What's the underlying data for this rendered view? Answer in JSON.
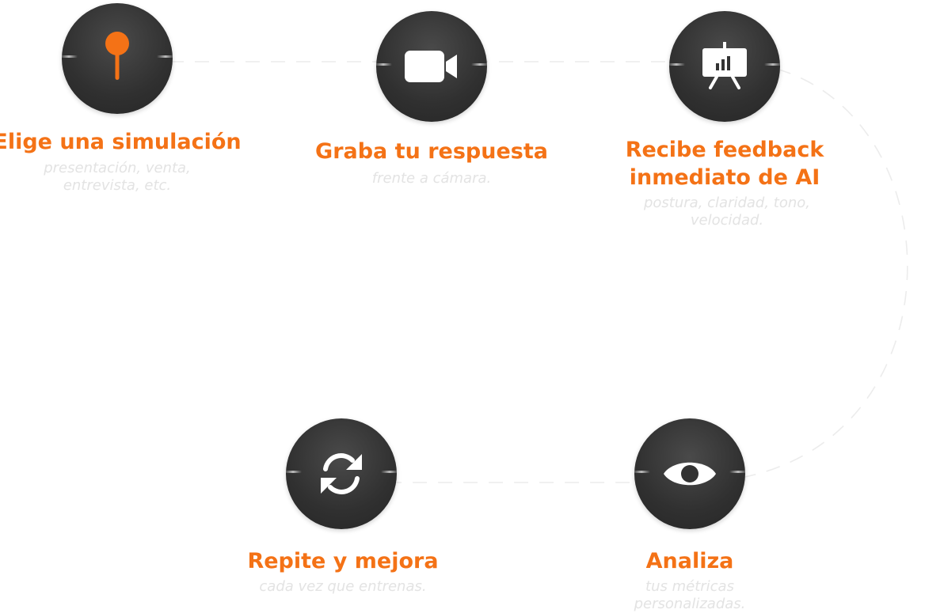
{
  "accent_color": "#f47216",
  "icon_circle_color": "#333333",
  "description_color": "#e3e3e3",
  "steps": [
    {
      "title": "Elige una simulación",
      "description": "presentación, venta, entrevista, etc.",
      "icon": "map-pin-icon"
    },
    {
      "title": "Graba tu respuesta",
      "description": "frente a cámara.",
      "icon": "video-camera-icon"
    },
    {
      "title": "Recibe feedback inmediato de AI",
      "description": "postura, claridad, tono, velocidad.",
      "icon": "presentation-chart-icon"
    },
    {
      "title": "Analiza",
      "description": "tus métricas personalizadas.",
      "icon": "eye-icon"
    },
    {
      "title": "Repite y mejora",
      "description": "cada vez que entrenas.",
      "icon": "refresh-icon"
    }
  ]
}
